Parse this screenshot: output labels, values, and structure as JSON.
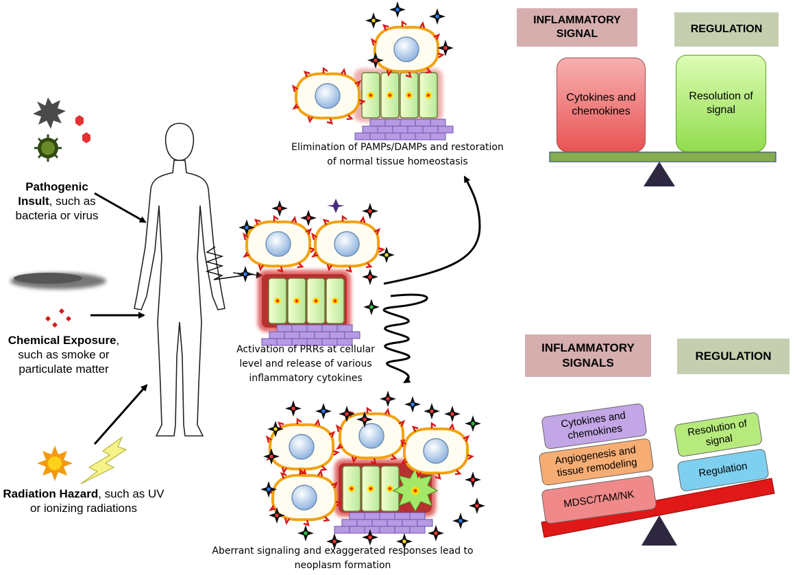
{
  "sources": {
    "pathogen": {
      "bold": "Pathogenic Insult",
      "rest": ", such as bacteria or virus"
    },
    "chemical": {
      "bold": "Chemical Exposure",
      "rest": ", such as smoke or particulate matter"
    },
    "radiation": {
      "bold": "Radiation Hazard",
      "rest": ", such as UV or ionizing radiations"
    }
  },
  "stages": {
    "activation": "Activation of PRRs at cellular level and release of various inflammatory cytokines",
    "elimination": "Elimination of PAMPs/DAMPs and restoration of normal tissue homeostasis",
    "aberrant": "Aberrant signaling and exaggerated responses lead to neoplasm formation"
  },
  "balance_normal": {
    "left_header": "INFLAMMATORY SIGNAL",
    "right_header": "REGULATION",
    "left_block": "Cytokines and chemokines",
    "right_block": "Resolution of signal"
  },
  "balance_aberrant": {
    "left_header": "INFLAMMATORY SIGNALS",
    "right_header": "REGULATION",
    "left_blocks": [
      "Cytokines and chemokines",
      "Angiogenesis and tissue remodeling",
      "MDSC/TAM/NK"
    ],
    "right_blocks": [
      "Resolution of signal",
      "Regulation"
    ]
  },
  "colors": {
    "header_left": "#d6aeae",
    "header_right": "#c5cfb0",
    "cytokine_red": "#f08a8a",
    "resolution_green": "#b6ea7c",
    "purple": "#c2a6e6",
    "orange": "#f6ad74",
    "blue": "#7fd0f0",
    "beam_green": "#86ad4e",
    "beam_red": "#e01818",
    "fulcrum": "#2e2740"
  }
}
